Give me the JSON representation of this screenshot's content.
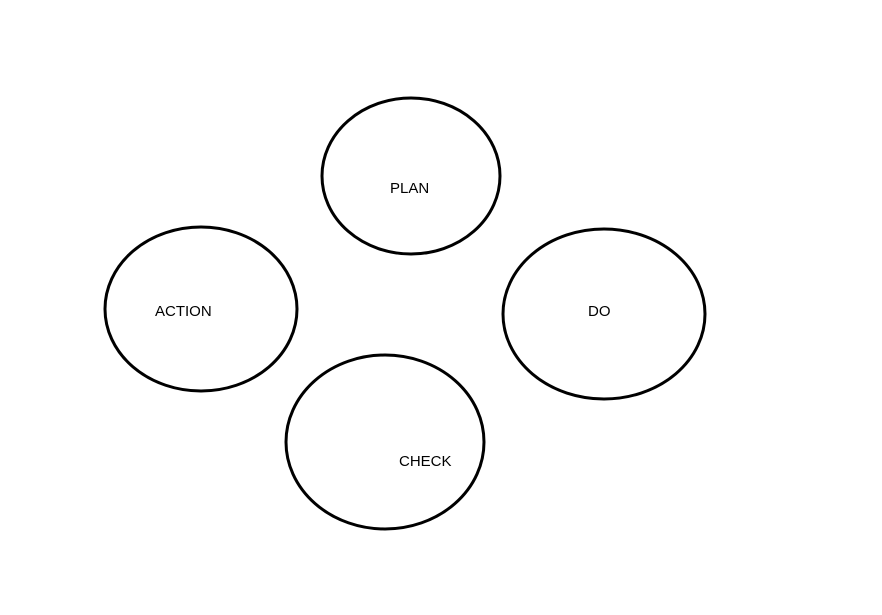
{
  "diagram": {
    "nodes": [
      {
        "id": "plan",
        "label": "PLAN"
      },
      {
        "id": "do",
        "label": "DO"
      },
      {
        "id": "check",
        "label": "CHECK"
      },
      {
        "id": "action",
        "label": "ACTION"
      }
    ]
  }
}
